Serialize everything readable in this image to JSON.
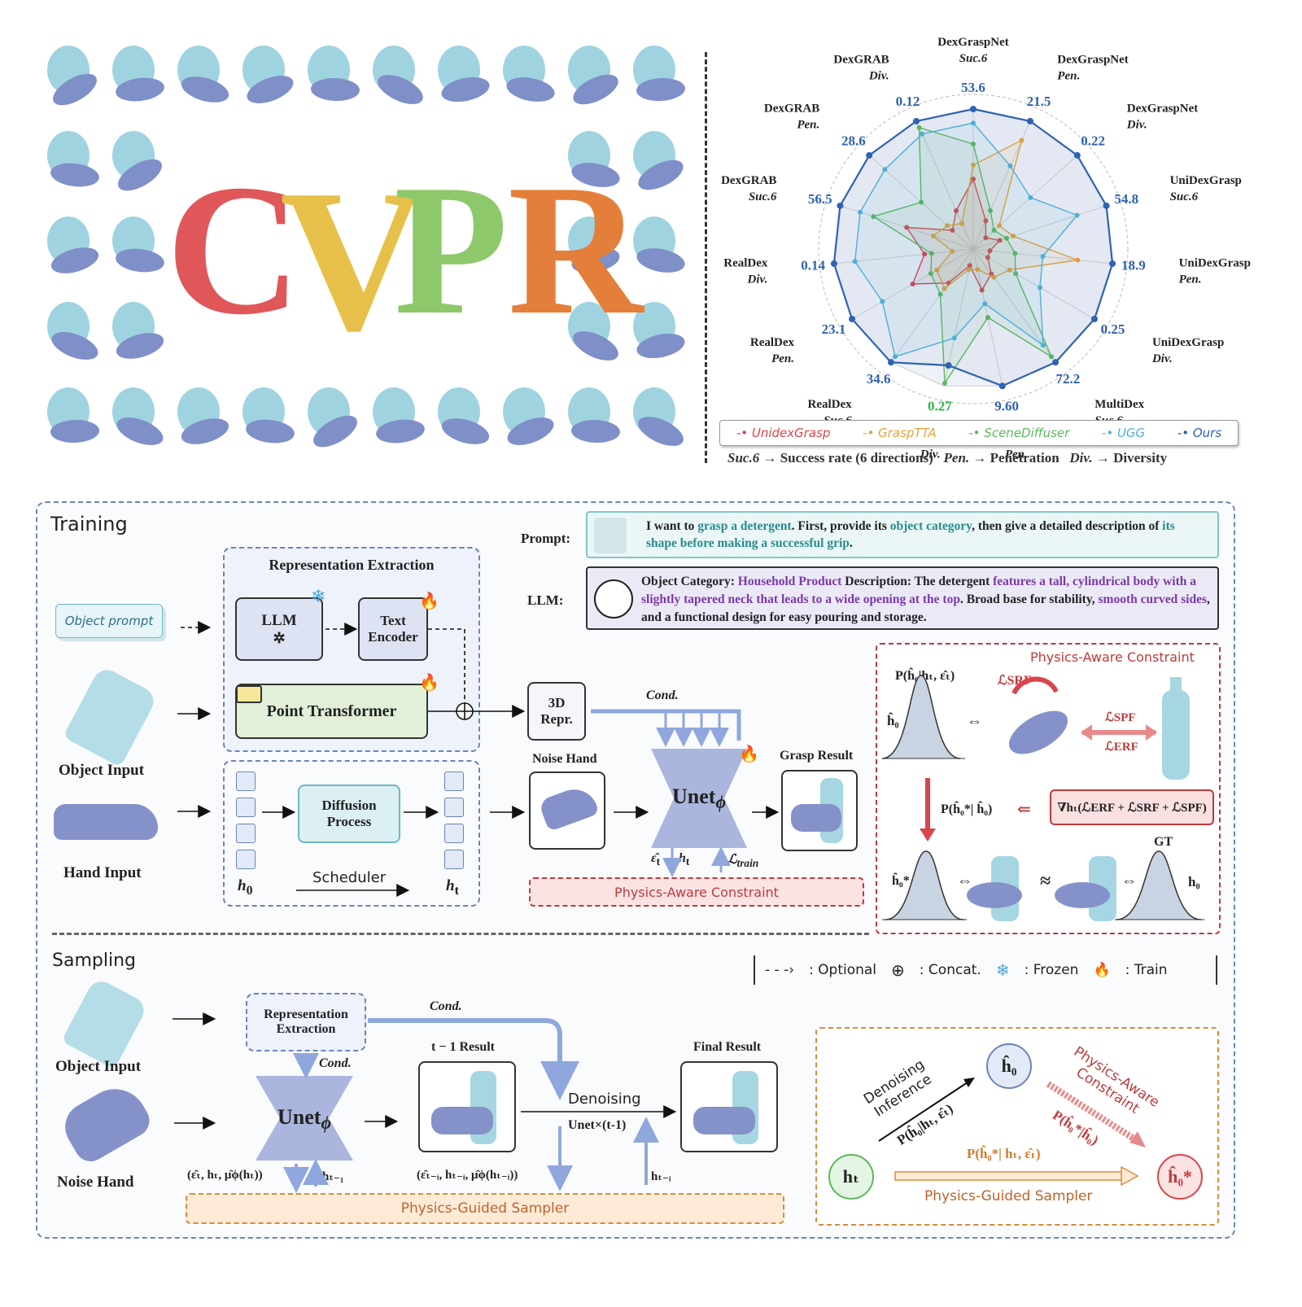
{
  "top_left": {
    "letters": [
      "C",
      "V",
      "P",
      "R"
    ],
    "letter_colors": [
      "#e0575a",
      "#e7c04a",
      "#8dc96b",
      "#e37f3a"
    ],
    "object_color": "#9fd3e0",
    "hand_color": "#7f8fc7"
  },
  "chart_data": {
    "type": "radar",
    "axes": [
      {
        "name": "DexGraspNet",
        "metric": "Suc.6",
        "ours": "53.6"
      },
      {
        "name": "DexGraspNet",
        "metric": "Pen.",
        "ours": "21.5"
      },
      {
        "name": "DexGraspNet",
        "metric": "Div.",
        "ours": "0.22"
      },
      {
        "name": "UniDexGrasp",
        "metric": "Suc.6",
        "ours": "54.8"
      },
      {
        "name": "UniDexGrasp",
        "metric": "Pen.",
        "ours": "18.9"
      },
      {
        "name": "UniDexGrasp",
        "metric": "Div.",
        "ours": "0.25"
      },
      {
        "name": "MultiDex",
        "metric": "Suc.6",
        "ours": "72.2"
      },
      {
        "name": "MultiDex",
        "metric": "Pen.",
        "ours": "9.60"
      },
      {
        "name": "MultiDex",
        "metric": "Div.",
        "ours": "0.27"
      },
      {
        "name": "RealDex",
        "metric": "Suc.6",
        "ours": "34.6"
      },
      {
        "name": "RealDex",
        "metric": "Pen.",
        "ours": "23.1"
      },
      {
        "name": "RealDex",
        "metric": "Div.",
        "ours": "0.14"
      },
      {
        "name": "DexGRAB",
        "metric": "Suc.6",
        "ours": "56.5"
      },
      {
        "name": "DexGRAB",
        "metric": "Pen.",
        "ours": "28.6"
      },
      {
        "name": "DexGRAB",
        "metric": "Div.",
        "ours": "0.12"
      }
    ],
    "series": [
      {
        "name": "UnidexGrasp",
        "color": "#d8454c",
        "values": [
          0.5,
          0.22,
          0.12,
          0.2,
          0.12,
          0.12,
          0.22,
          0.3,
          0.12,
          0.3,
          0.5,
          0.35,
          0.5,
          0.2,
          0.3
        ]
      },
      {
        "name": "GraspTTA",
        "color": "#e6a33a",
        "values": [
          0.6,
          0.85,
          0.25,
          0.3,
          0.75,
          0.3,
          0.25,
          0.15,
          0.15,
          0.35,
          0.3,
          0.15,
          0.3,
          0.25,
          0.2
        ]
      },
      {
        "name": "SceneDiffuser",
        "color": "#5cb85c",
        "values": [
          0.75,
          0.3,
          0.2,
          0.25,
          0.3,
          0.35,
          0.95,
          0.5,
          0.98,
          0.4,
          0.35,
          0.3,
          0.75,
          0.5,
          0.95
        ]
      },
      {
        "name": "UGG",
        "color": "#4fb3d9",
        "values": [
          0.9,
          0.65,
          0.55,
          0.78,
          0.5,
          0.55,
          0.85,
          0.4,
          0.65,
          0.95,
          0.75,
          0.85,
          0.85,
          0.85,
          0.9
        ]
      },
      {
        "name": "Ours",
        "color": "#2f62b3",
        "values": [
          1,
          1,
          1,
          1,
          1,
          1,
          1,
          1,
          0.85,
          1,
          1,
          1,
          1,
          1,
          1
        ]
      }
    ],
    "highlight_value_color": "#2db34a",
    "legend_caption": [
      {
        "key": "Suc.6",
        "text": "→ Success rate (6 directions)"
      },
      {
        "key": "Pen.",
        "text": "→ Penetration"
      },
      {
        "key": "Div.",
        "text": "→ Diversity"
      }
    ]
  },
  "training": {
    "title": "Training",
    "prompt_label": "Prompt:",
    "prompt_parts": [
      {
        "t": "I want to ",
        "c": ""
      },
      {
        "t": "grasp a detergent",
        "c": "teal"
      },
      {
        "t": ". First, provide its ",
        "c": ""
      },
      {
        "t": "object category",
        "c": "teal"
      },
      {
        "t": ", then give a detailed description of ",
        "c": ""
      },
      {
        "t": "its shape before making a successful grip",
        "c": "teal"
      },
      {
        "t": ".",
        "c": ""
      }
    ],
    "llm_label": "LLM:",
    "llm_parts": [
      {
        "t": "Object Category: ",
        "c": ""
      },
      {
        "t": "Household Product",
        "c": "purple"
      },
      {
        "t": "  Description: The detergent ",
        "c": ""
      },
      {
        "t": "features a tall, cylindrical body with a slightly tapered neck that leads to a wide opening at the top",
        "c": "purple"
      },
      {
        "t": ". Broad base for stability, ",
        "c": ""
      },
      {
        "t": "smooth curved sides",
        "c": "purple"
      },
      {
        "t": ", and a functional design for easy pouring and storage.",
        "c": ""
      }
    ],
    "rep_extraction": "Representation Extraction",
    "llm_box": "LLM",
    "text_encoder_1": "Text",
    "text_encoder_2": "Encoder",
    "point_transformer": "Point Transformer",
    "object_prompt": "Object prompt",
    "object_input": "Object Input",
    "hand_input": "Hand Input",
    "repr_1": "3D",
    "repr_2": "Repr.",
    "cond": "Cond.",
    "noise_hand": "Noise Hand",
    "unet": "Unet",
    "unet_sub": "ϕ",
    "grasp_result": "Grasp Result",
    "diffusion_1": "Diffusion",
    "diffusion_2": "Process",
    "scheduler": "Scheduler",
    "h0": "h",
    "h0_sub": "0",
    "ht": "h",
    "ht_sub": "t",
    "eps_t": "ε̂",
    "eps_sub": "t",
    "ltrain": "ℒ",
    "ltrain_sub": "train",
    "physics_box": "Physics-Aware Constraint",
    "pac_title": "Physics-Aware Constraint",
    "pac_prob": "P(ĥ₀|hₜ, ε̂ₜ)",
    "pac_srf": "ℒSRF",
    "pac_spf": "ℒSPF",
    "pac_erf": "ℒERF",
    "pac_prob2": "P(ĥ₀*| ĥ₀)",
    "pac_grad": "∇hₜ(ℒERF + ℒSRF + ℒSPF)",
    "pac_h0hat": "ĥ₀",
    "pac_h0star": "ĥ₀*",
    "pac_gt": "GT",
    "pac_h0": "h₀",
    "pac_iff": "⇔",
    "pac_approx": "≈",
    "pac_left": "⇐"
  },
  "legend_row": {
    "optional": ": Optional",
    "concat": ": Concat.",
    "frozen": ": Frozen",
    "train": ": Train"
  },
  "sampling": {
    "title": "Sampling",
    "object_input": "Object Input",
    "noise_hand": "Noise Hand",
    "rep_1": "Representation",
    "rep_2": "Extraction",
    "cond": "Cond.",
    "cond2": "Cond.",
    "unet": "Unet",
    "unet_sub": "ϕ",
    "t1_result": "t − 1 Result",
    "final_result": "Final Result",
    "denoising": "Denoising",
    "unet_times": "Unet×(t-1)",
    "args_left": "(ε̂ₜ, hₜ, μ̂ϕ(hₜ))",
    "h_t_minus_1": "hₜ₋₁",
    "args_mid": "(ε̂ₜ₋ᵢ, hₜ₋ᵢ, μ̂ϕ(hₜ₋ᵢ))",
    "h_t_minus_i": "hₜ₋ᵢ",
    "sampler_box": "Physics-Guided Sampler",
    "right_h0hat": "ĥ₀",
    "right_ht": "hₜ",
    "right_h0star": "ĥ₀*",
    "denoise_inf_1": "Denoising",
    "denoise_inf_2": "Inference",
    "prob_left": "P(ĥ₀|hₜ, ε̂ₜ)",
    "pac_1": "Physics-Aware",
    "pac_2": "Constraint",
    "prob_right": "P(ĥ₀*|ĥ₀)",
    "prob_bottom": "P(ĥ₀*| hₜ, ε̂ₜ)",
    "pgs": "Physics-Guided Sampler"
  }
}
